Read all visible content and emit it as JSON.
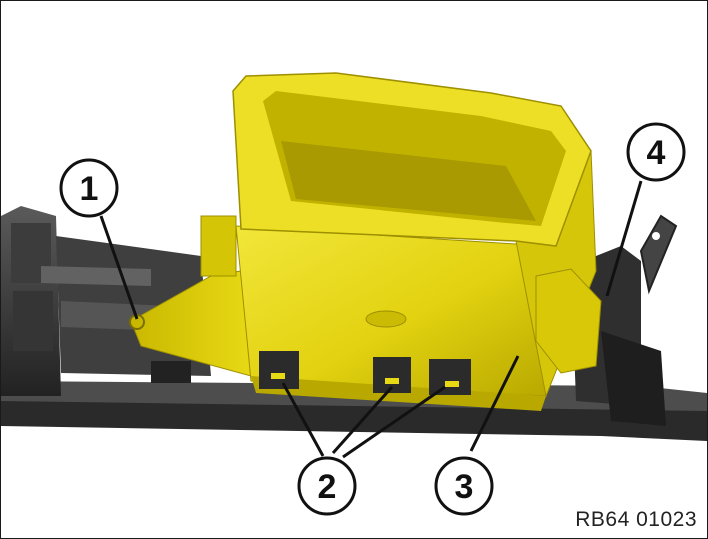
{
  "callouts": [
    {
      "label": "1"
    },
    {
      "label": "2"
    },
    {
      "label": "3"
    },
    {
      "label": "4"
    }
  ],
  "reference_code": "RB64 01023",
  "colors": {
    "part_highlight": "#e8d915",
    "part_shadow": "#b8a800",
    "surrounding": "#3a3a3a",
    "background": "#ffffff"
  }
}
